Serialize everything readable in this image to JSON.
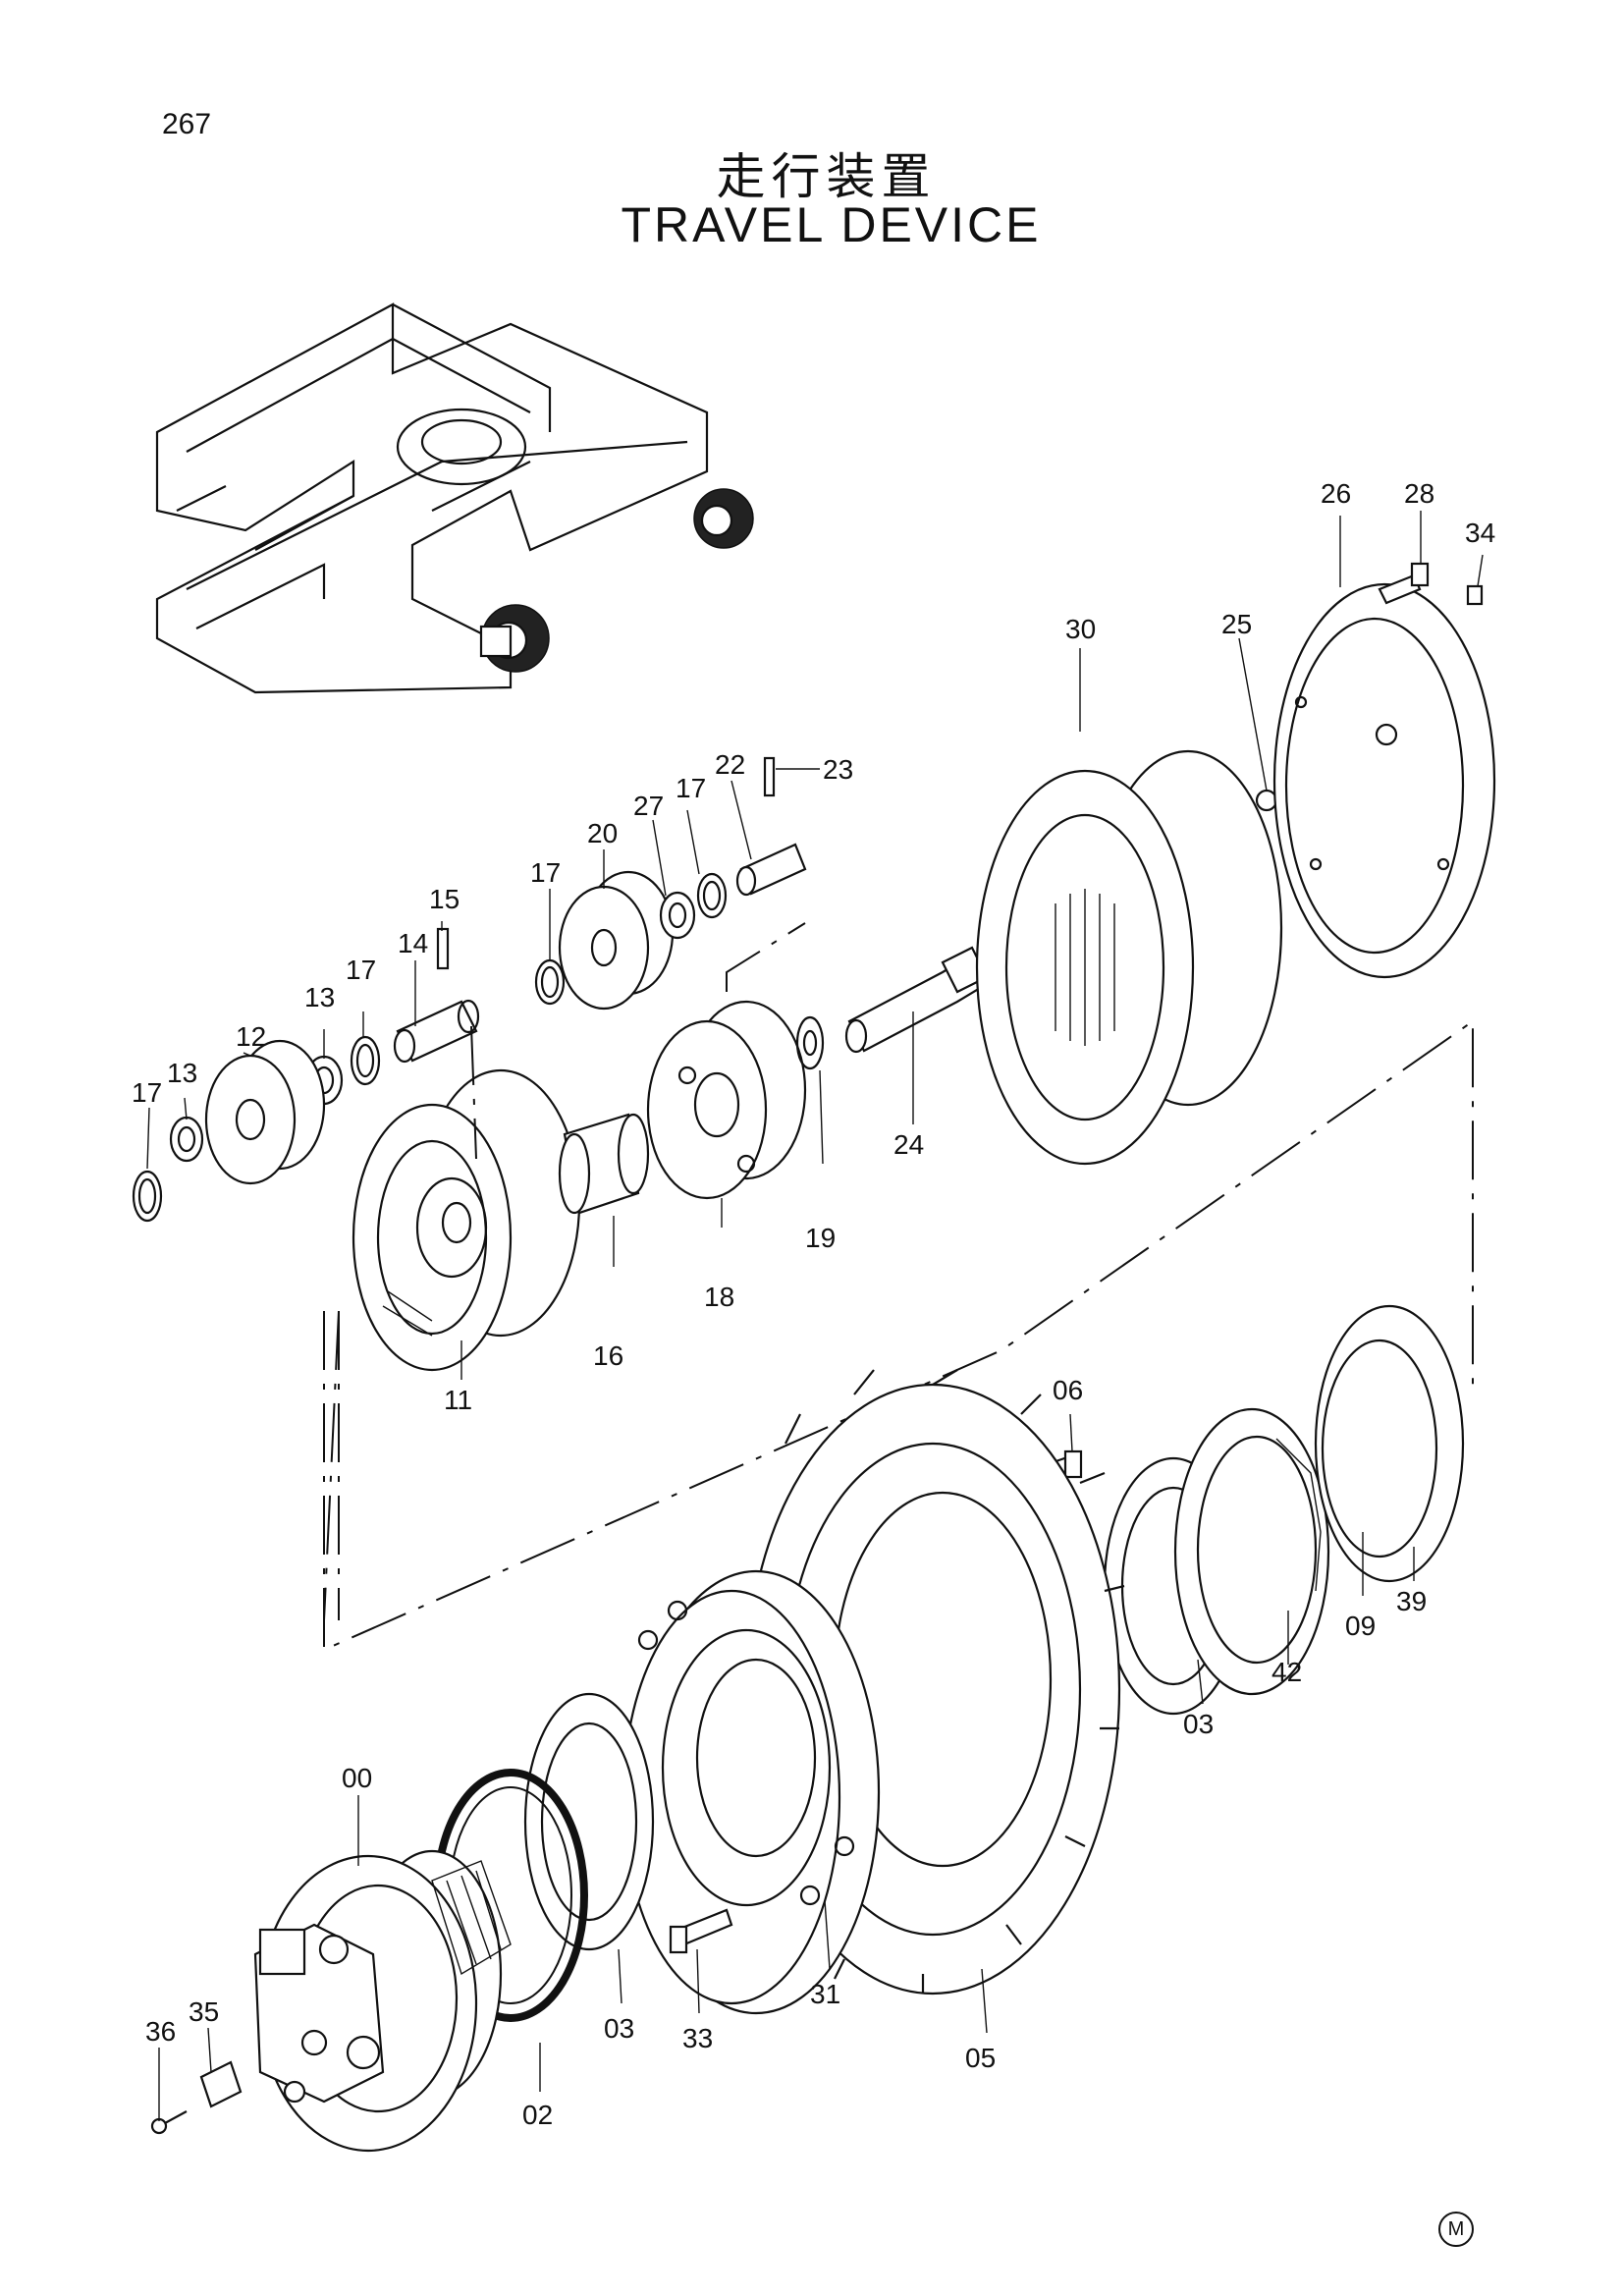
{
  "page": {
    "number": "267"
  },
  "title": {
    "japanese": "走行装置",
    "english": "TRAVEL DEVICE"
  },
  "footer": {
    "mark": "M"
  },
  "labels": {
    "p00": "00",
    "p02": "02",
    "p03a": "03",
    "p03b": "03",
    "p05": "05",
    "p06": "06",
    "p09": "09",
    "p11": "11",
    "p12": "12",
    "p13a": "13",
    "p13b": "13",
    "p14": "14",
    "p15": "15",
    "p16": "16",
    "p17a": "17",
    "p17b": "17",
    "p17c": "17",
    "p17d": "17",
    "p18": "18",
    "p19": "19",
    "p20": "20",
    "p22": "22",
    "p23": "23",
    "p24": "24",
    "p25": "25",
    "p26": "26",
    "p27": "27",
    "p28": "28",
    "p30": "30",
    "p31": "31",
    "p33": "33",
    "p34": "34",
    "p35": "35",
    "p36": "36",
    "p39": "39",
    "p42": "42"
  }
}
